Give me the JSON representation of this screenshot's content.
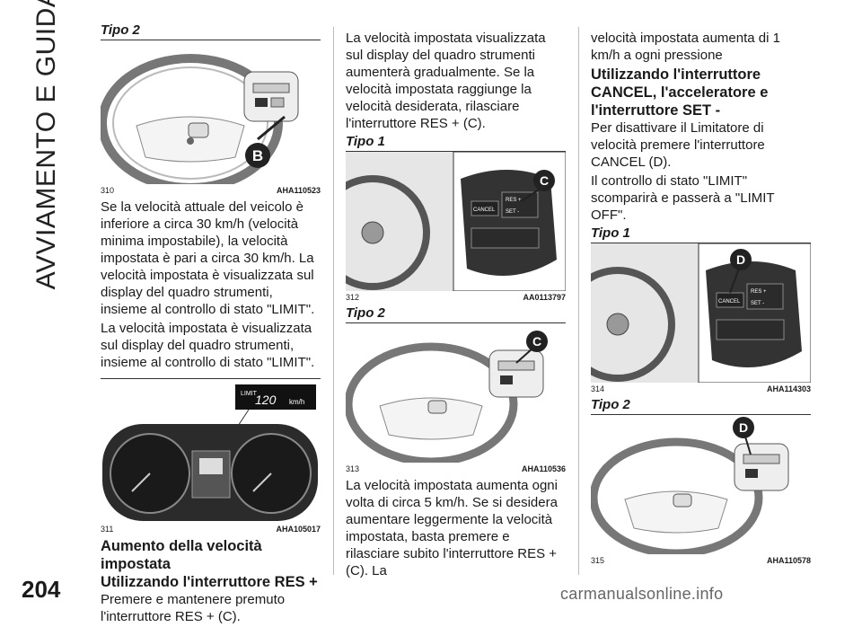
{
  "side_title": "AVVIAMENTO E GUIDA",
  "page_number": "204",
  "watermark": "carmanualsonline.info",
  "col1": {
    "variant_a": "Tipo 2",
    "fig_a": {
      "num": "310",
      "code": "AHA110523",
      "callout": "B"
    },
    "para_a": "Se la velocità attuale del veicolo è inferiore a circa 30 km/h (velocità minima impostabile), la velocità impostata è pari a circa 30 km/h. La velocità impostata è visualizzata sul display del quadro strumenti, insieme al controllo di stato \"LIMIT\".",
    "para_b": "La velocità impostata è visualizzata sul display del quadro strumenti, insieme al controllo di stato \"LIMIT\".",
    "fig_b": {
      "num": "311",
      "code": "AHA105017",
      "display_limit": "LIMIT",
      "display_speed": "120",
      "display_unit": "km/h"
    },
    "heading_a": "Aumento della velocità impostata",
    "heading_b": "Utilizzando l'interruttore RES +",
    "para_c": "Premere e mantenere premuto l'interruttore RES + (C)."
  },
  "col2": {
    "para_a": "La velocità impostata visualizzata sul display del quadro strumenti aumenterà gradualmente. Se la velocità impostata raggiunge la velocità desiderata, rilasciare l'interruttore RES + (C).",
    "variant_a": "Tipo 1",
    "fig_a": {
      "num": "312",
      "code": "AA0113797",
      "callout": "C",
      "cancel": "CANCEL",
      "res": "RES +",
      "set": "SET -"
    },
    "variant_b": "Tipo 2",
    "fig_b": {
      "num": "313",
      "code": "AHA110536",
      "callout": "C"
    },
    "para_b": "La velocità impostata aumenta ogni volta di circa 5 km/h. Se si desidera aumentare leggermente la velocità impostata, basta premere e rilasciare subito l'interruttore RES + (C). La"
  },
  "col3": {
    "para_a": "velocità impostata aumenta di 1 km/h a ogni pressione",
    "heading_a": "Utilizzando l'interruttore CANCEL, l'acceleratore e l'interruttore SET -",
    "para_b": "Per disattivare il Limitatore di velocità premere l'interruttore CANCEL (D).",
    "para_c": "Il controllo di stato \"LIMIT\" scomparirà e passerà a \"LIMIT OFF\".",
    "variant_a": "Tipo 1",
    "fig_a": {
      "num": "314",
      "code": "AHA114303",
      "callout": "D",
      "cancel": "CANCEL",
      "res": "RES +",
      "set": "SET -"
    },
    "variant_b": "Tipo 2",
    "fig_b": {
      "num": "315",
      "code": "AHA110578",
      "callout": "D"
    }
  }
}
